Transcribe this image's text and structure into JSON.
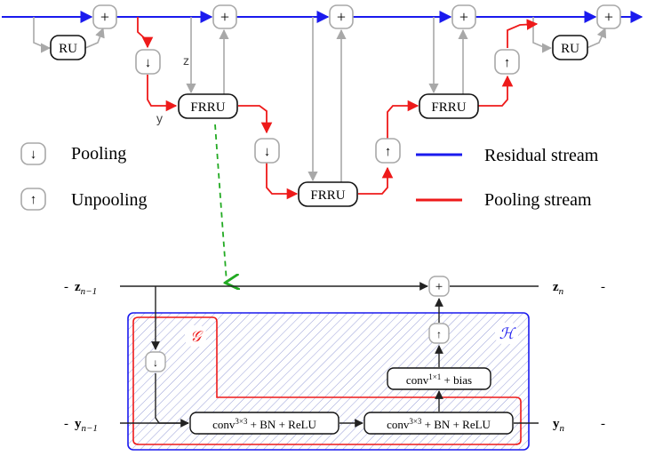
{
  "top": {
    "ru_label": "RU",
    "frru_label": "FRRU",
    "z_label": "z",
    "y_label": "y",
    "plus_symbol": "+",
    "down_symbol": "↓",
    "up_symbol": "↑"
  },
  "legend": {
    "pooling": "Pooling",
    "unpooling": "Unpooling",
    "residual_stream": "Residual stream",
    "pooling_stream": "Pooling stream"
  },
  "detail": {
    "z_prev": "z",
    "z_prev_sub": "n−1",
    "z_next": "z",
    "z_next_sub": "n",
    "y_prev": "y",
    "y_prev_sub": "n−1",
    "y_next": "y",
    "y_next_sub": "n",
    "dash": "-",
    "region_g": "𝒢",
    "region_h": "ℋ",
    "conv1_main": "conv",
    "conv1_sup": "3×3",
    "conv1_tail": " + BN + ReLU",
    "conv2_main": "conv",
    "conv2_sup": "3×3",
    "conv2_tail": " + BN + ReLU",
    "conv3_main": "conv",
    "conv3_sup": "1×1",
    "conv3_tail": " + bias"
  },
  "colors": {
    "residual": "#1a1aee",
    "pooling": "#ee1a1a",
    "gray": "#a8a8a8",
    "green": "#22aa22",
    "hatch": "#9aa0d8"
  }
}
